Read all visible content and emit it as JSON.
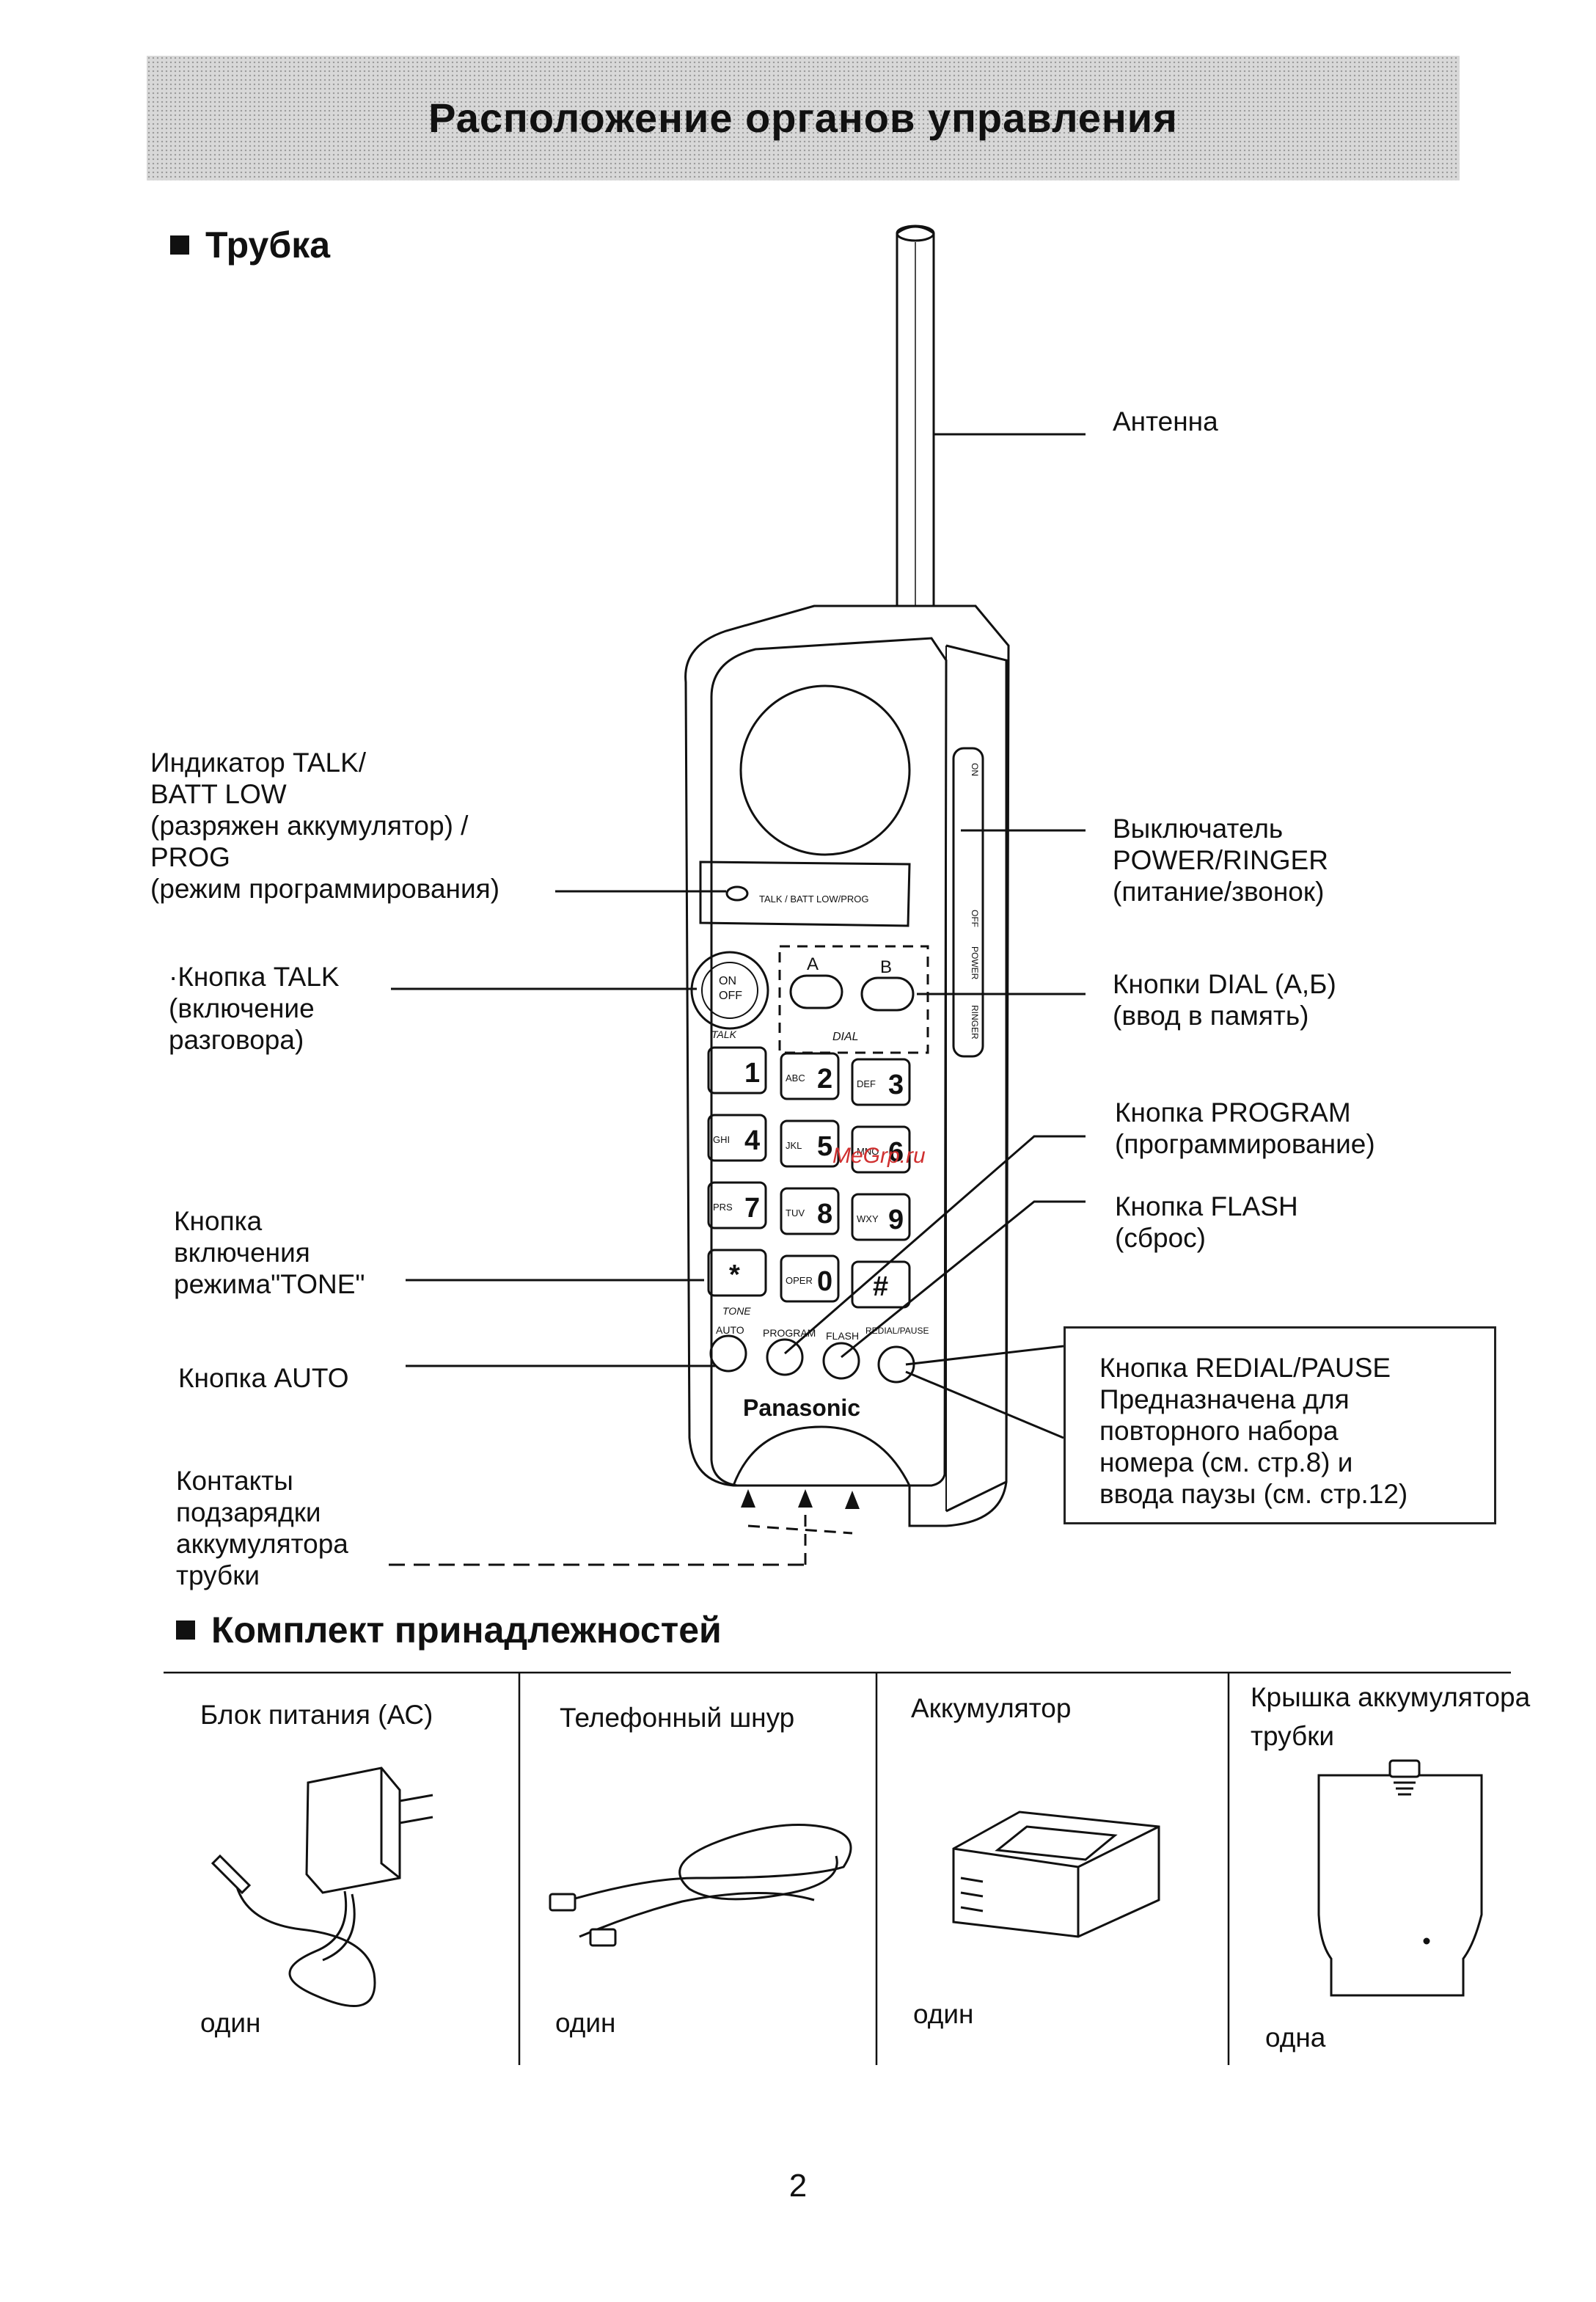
{
  "page_title": "Расположение органов управления",
  "section_handset": "Трубка",
  "section_accessories": "Комплект принадлежностей",
  "watermark": "MeGrp.ru",
  "handset": {
    "brand": "Panasonic",
    "indicator_label": "TALK / BATT LOW/PROG",
    "talk_button_text": [
      "ON",
      "OFF"
    ],
    "talk_button_caption": "TALK",
    "dial_letters": [
      "A",
      "B"
    ],
    "dial_caption": "DIAL",
    "keys": [
      {
        "letters": "",
        "digit": "1"
      },
      {
        "letters": "ABC",
        "digit": "2"
      },
      {
        "letters": "DEF",
        "digit": "3"
      },
      {
        "letters": "GHI",
        "digit": "4"
      },
      {
        "letters": "JKL",
        "digit": "5"
      },
      {
        "letters": "MNO",
        "digit": "6"
      },
      {
        "letters": "PRS",
        "digit": "7"
      },
      {
        "letters": "TUV",
        "digit": "8"
      },
      {
        "letters": "WXY",
        "digit": "9"
      },
      {
        "letters": "",
        "digit": "*"
      },
      {
        "letters": "OPER",
        "digit": "0"
      },
      {
        "letters": "",
        "digit": "#"
      }
    ],
    "tone_caption": "TONE",
    "bottom_button_labels": [
      "AUTO",
      "PROGRAM",
      "FLASH",
      "REDIAL/PAUSE"
    ],
    "side_switch_labels": [
      "ON",
      "OFF",
      "POWER",
      "RINGER"
    ]
  },
  "labels": {
    "antenna": [
      "Антенна"
    ],
    "indicator": [
      "Индикатор TALK/",
      "BATT LOW",
      "(разряжен аккумулятор) /",
      "PROG",
      "(режим программирования)"
    ],
    "talk": [
      "·Кнопка TALK",
      "(включение",
      "разговора)"
    ],
    "tone": [
      "Кнопка",
      "включения",
      "режима\"TONE\""
    ],
    "auto": [
      "Кнопка AUTO"
    ],
    "contacts": [
      "Контакты",
      "подзарядки",
      "аккумулятора",
      "трубки"
    ],
    "power_ringer": [
      "Выключатель",
      "POWER/RINGER",
      "(питание/звонок)"
    ],
    "dial": [
      "Кнопки DIAL (А,Б)",
      "(ввод в память)"
    ],
    "program": [
      "Кнопка PROGRAM",
      "(программирование)"
    ],
    "flash": [
      "Кнопка FLASH",
      "(сброс)"
    ],
    "redial": [
      "Кнопка REDIAL/PAUSE",
      "Предназначена для",
      "повторного набора",
      "номера (см. стр.8) и",
      "ввода паузы (см. стр.12)"
    ]
  },
  "accessories": [
    {
      "name": [
        "Блок питания (АС)"
      ],
      "qty": "один",
      "icon": "ac-adapter-icon"
    },
    {
      "name": [
        "Телефонный шнур"
      ],
      "qty": "один",
      "icon": "phone-cord-icon"
    },
    {
      "name": [
        "Аккумулятор"
      ],
      "qty": "один",
      "icon": "battery-icon"
    },
    {
      "name": [
        "Крышка аккумулятора",
        "трубки"
      ],
      "qty": "одна",
      "icon": "battery-cover-icon"
    }
  ],
  "page_number": "2"
}
